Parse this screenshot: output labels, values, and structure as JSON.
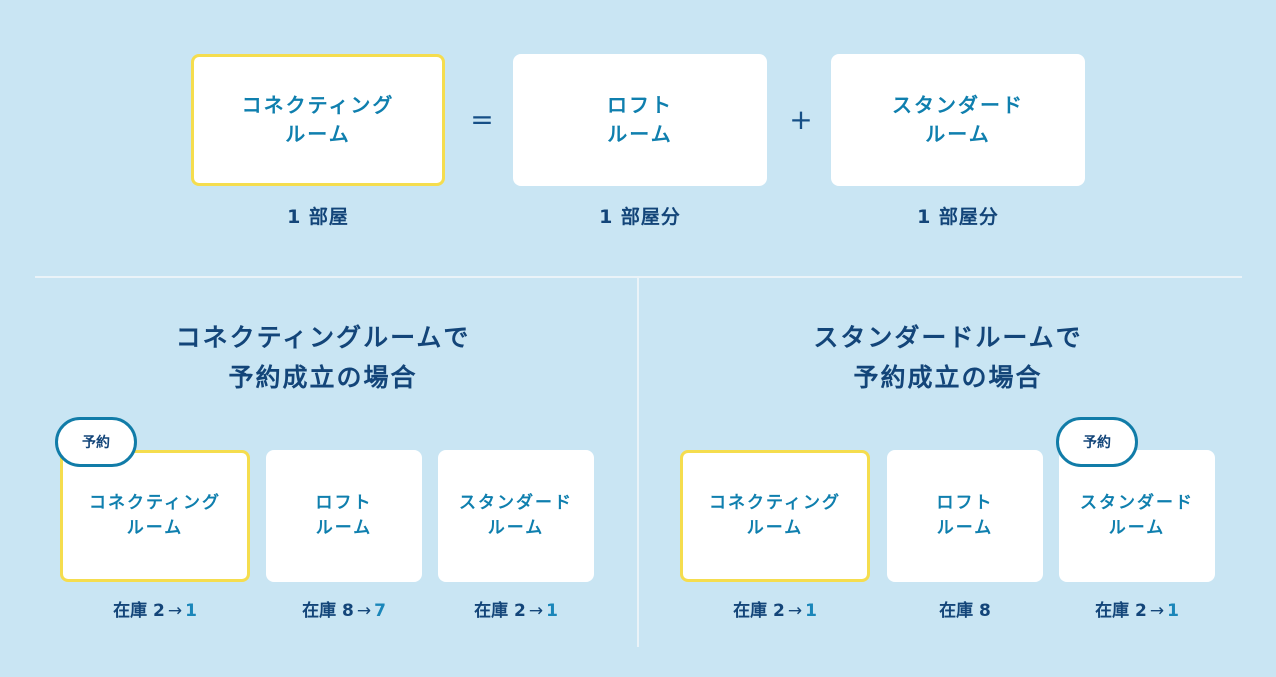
{
  "equation": {
    "left": {
      "line1": "コネクティング",
      "line2": "ルーム",
      "caption": "1 部屋"
    },
    "equals_sign": "=",
    "middle": {
      "line1": "ロフト",
      "line2": "ルーム",
      "caption": "1 部屋分"
    },
    "plus_sign": "+",
    "right": {
      "line1": "スタンダード",
      "line2": "ルーム",
      "caption": "1 部屋分"
    }
  },
  "sections": [
    {
      "title_line1": "コネクティングルームで",
      "title_line2": "予約成立の場合",
      "badge": "予約",
      "rooms": [
        {
          "line1": "コネクティング",
          "line2": "ルーム",
          "stock_label": "在庫 2",
          "arrow": "→",
          "stock_after": "1",
          "highlighted": true,
          "reserved": true
        },
        {
          "line1": "ロフト",
          "line2": "ルーム",
          "stock_label": "在庫 8",
          "arrow": "→",
          "stock_after": "7",
          "highlighted": false,
          "reserved": false
        },
        {
          "line1": "スタンダード",
          "line2": "ルーム",
          "stock_label": "在庫 2",
          "arrow": "→",
          "stock_after": "1",
          "highlighted": false,
          "reserved": false
        }
      ]
    },
    {
      "title_line1": "スタンダードルームで",
      "title_line2": "予約成立の場合",
      "badge": "予約",
      "rooms": [
        {
          "line1": "コネクティング",
          "line2": "ルーム",
          "stock_label": "在庫 2",
          "arrow": "→",
          "stock_after": "1",
          "highlighted": true,
          "reserved": false
        },
        {
          "line1": "ロフト",
          "line2": "ルーム",
          "stock_label": "在庫 8",
          "highlighted": false,
          "reserved": false
        },
        {
          "line1": "スタンダード",
          "line2": "ルーム",
          "stock_label": "在庫 2",
          "arrow": "→",
          "stock_after": "1",
          "highlighted": false,
          "reserved": true
        }
      ]
    }
  ],
  "colors": {
    "background": "#c9e5f3",
    "card": "#ffffff",
    "highlight_border": "#f5dd4e",
    "room_text": "#0f7fae",
    "dark_text": "#134579",
    "accent_number": "#1a86b9"
  }
}
